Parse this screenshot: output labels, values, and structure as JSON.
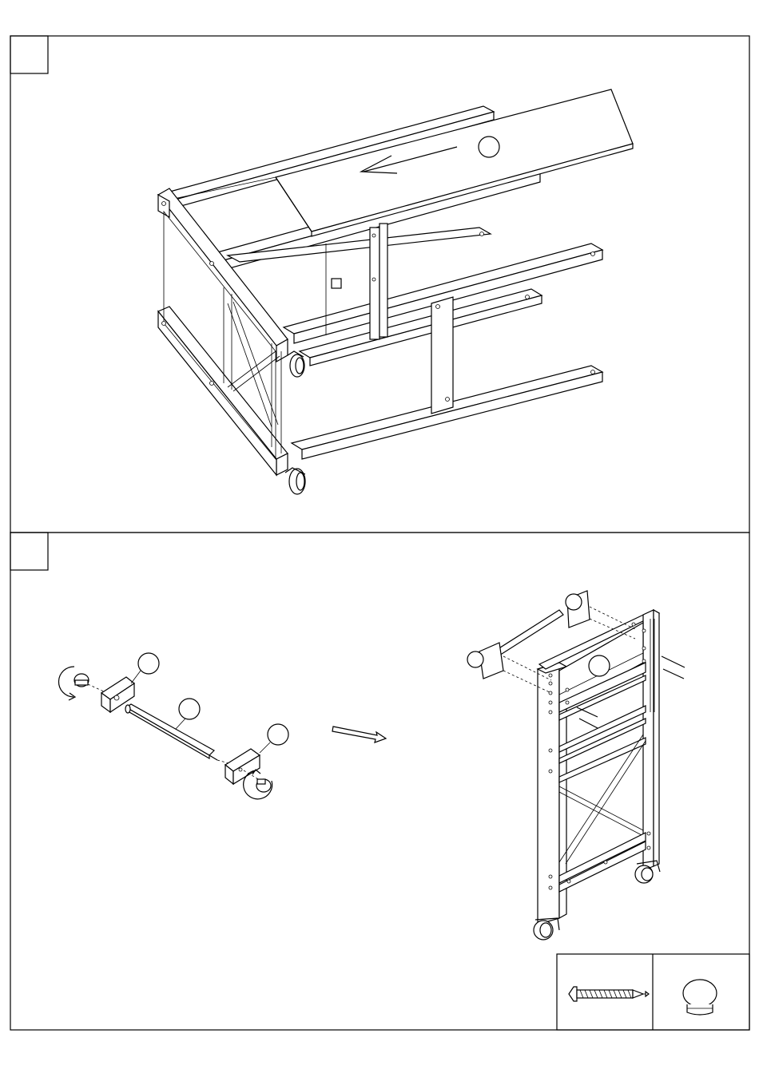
{
  "steps": [
    {
      "id": "step-a",
      "number": ""
    },
    {
      "id": "step-b",
      "number": ""
    }
  ],
  "callouts": {
    "shelf_panel": "",
    "knob_holder_left": "",
    "towel_rod": "",
    "knob_holder_right": "",
    "side_panel": ""
  },
  "hardware_legend": [
    {
      "name": "screw",
      "icon": "screw-icon",
      "label": ""
    },
    {
      "name": "knob",
      "icon": "knob-icon",
      "label": ""
    }
  ]
}
